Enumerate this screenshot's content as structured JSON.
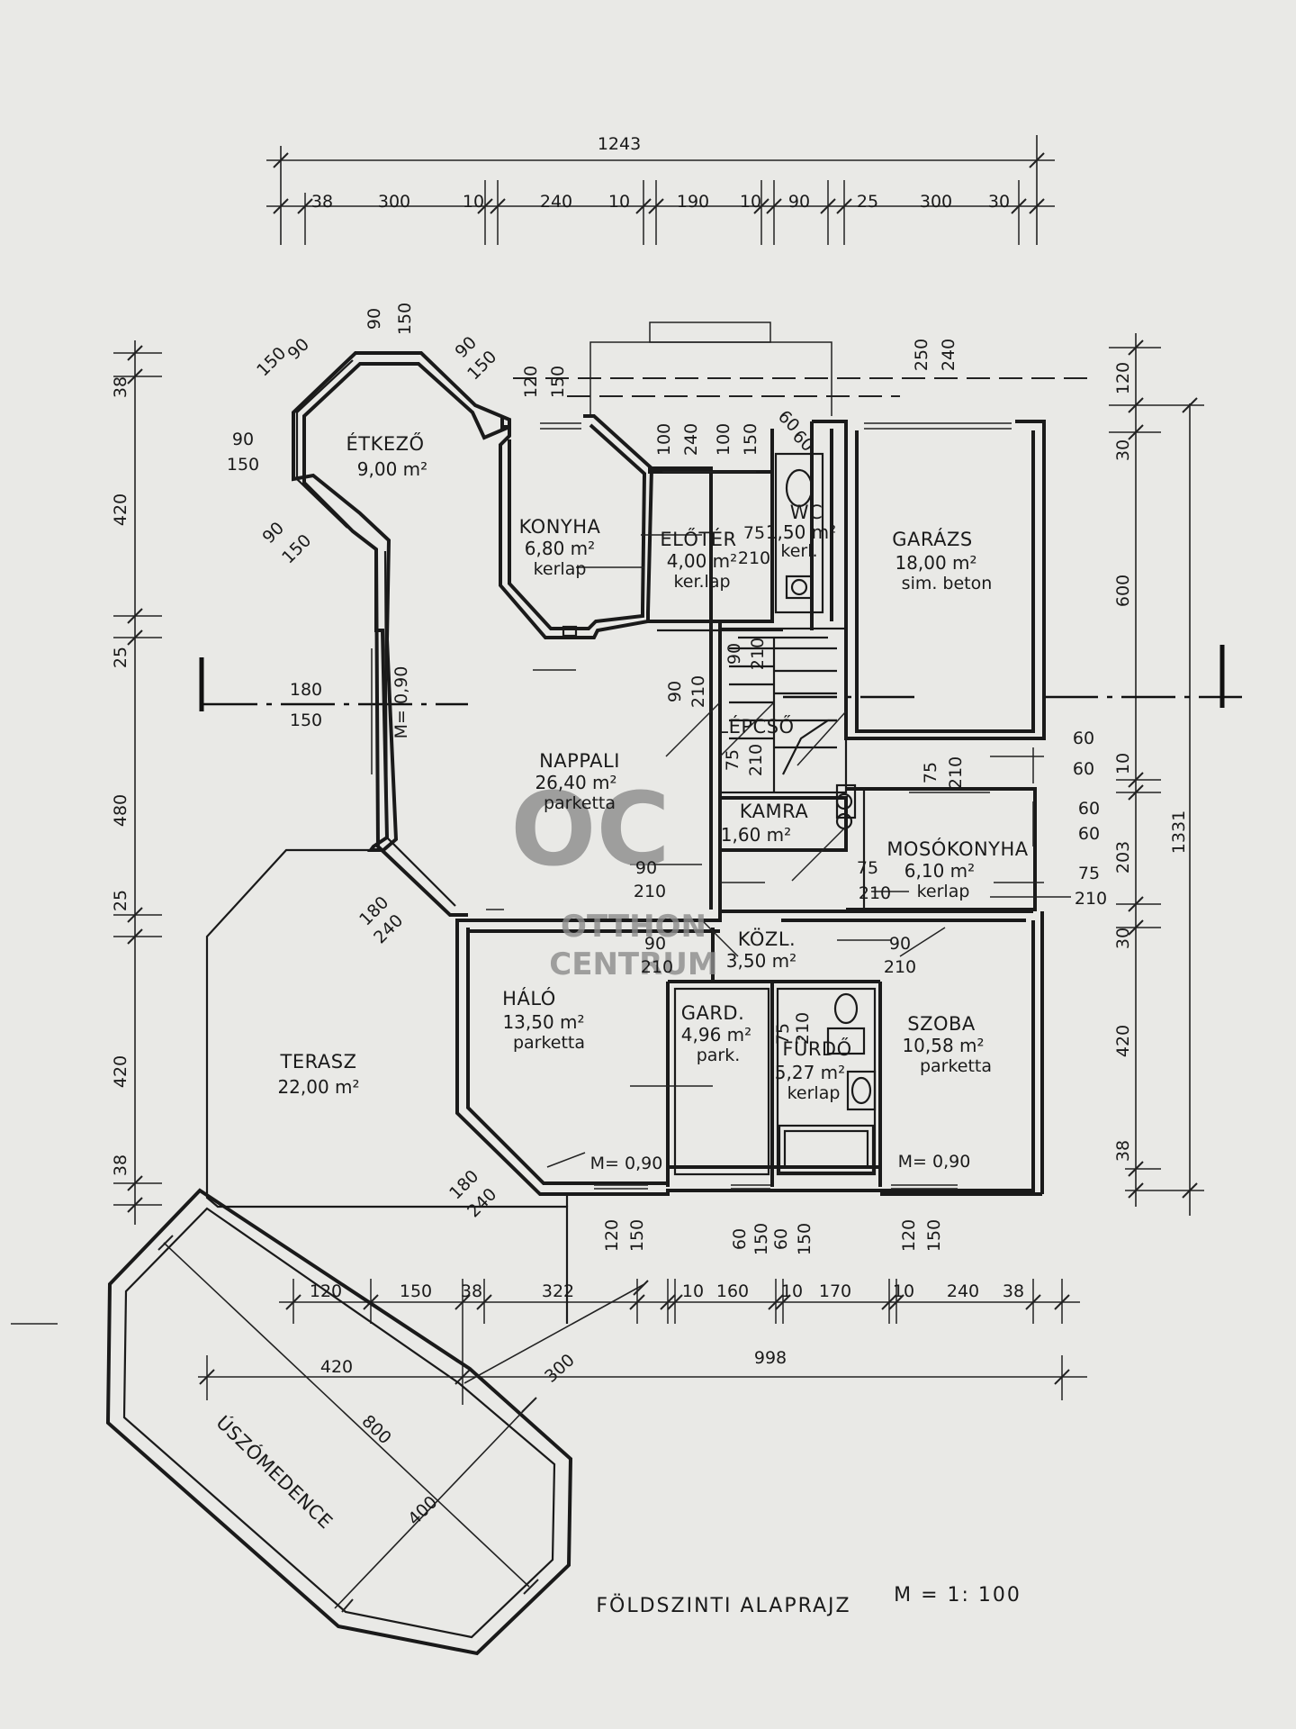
{
  "plan": {
    "title": "FÖLDSZINTI ALAPRAJZ",
    "scale": "M = 1: 100"
  },
  "watermark": {
    "logo": "OC",
    "line1": "OTTHON",
    "line2": "CENTRUM"
  },
  "rooms": {
    "etkezo": {
      "name": "ÉTKEZŐ",
      "area": "9,00 m²"
    },
    "konyha": {
      "name": "KONYHA",
      "area": "6,80 m²",
      "floor": "kerlap"
    },
    "eloter": {
      "name": "ELŐTÉR",
      "area": "4,00 m²",
      "floor": "ker.lap"
    },
    "wc": {
      "name": "WC",
      "area": "1,50 m²",
      "floor": "kerl."
    },
    "garazs": {
      "name": "GARÁZS",
      "area": "18,00 m²",
      "floor": "sim. beton"
    },
    "lepcso": {
      "name": "LÉPCSŐ"
    },
    "nappali": {
      "name": "NAPPALI",
      "area": "26,40 m²",
      "floor": "parketta"
    },
    "kamra": {
      "name": "KAMRA",
      "area": "1,60 m²"
    },
    "mosokonyha": {
      "name": "MOSÓKONYHA",
      "area": "6,10 m²",
      "floor": "kerlap"
    },
    "kozl": {
      "name": "KÖZL.",
      "area": "3,50 m²"
    },
    "halo": {
      "name": "HÁLÓ",
      "area": "13,50 m²",
      "floor": "parketta"
    },
    "gard": {
      "name": "GARD.",
      "area": "4,96 m²",
      "floor": "park."
    },
    "furdo": {
      "name": "FÜRDŐ",
      "area": "5,27 m²",
      "floor": "kerlap"
    },
    "szoba": {
      "name": "SZOBA",
      "area": "10,58 m²",
      "floor": "parketta"
    },
    "terasz": {
      "name": "TERASZ",
      "area": "22,00 m²"
    },
    "uszomedence": {
      "name": "ÚSZÓMEDENCE"
    }
  },
  "dimensions": {
    "top_total": "1243",
    "top_chain": [
      "38",
      "300",
      "10",
      "240",
      "10",
      "190",
      "10",
      "90",
      "25",
      "300",
      "30"
    ],
    "left_chain": [
      "38",
      "420",
      "25",
      "480",
      "25",
      "420",
      "38"
    ],
    "right_chain": [
      "120",
      "30",
      "600",
      "10",
      "203",
      "30",
      "420",
      "38"
    ],
    "right_total": "1331",
    "bottom_chain": [
      "120",
      "150",
      "38",
      "322",
      "10",
      "160",
      "10",
      "170",
      "10",
      "240",
      "38"
    ],
    "bottom_total": "998",
    "pool": [
      "420",
      "300",
      "800",
      "400"
    ],
    "openings": {
      "etk_top_a": "90",
      "etk_top_b": "150",
      "etk_nw_a": "150",
      "etk_nw_b": "90",
      "etk_ne_a": "90",
      "etk_ne_b": "150",
      "etk_w_a": "90",
      "etk_w_b": "150",
      "etk_sw_a": "90",
      "etk_sw_b": "150",
      "kon_a": "120",
      "kon_b": "150",
      "elo_a": "100",
      "elo_b": "240",
      "wc_a": "100",
      "wc_b": "150",
      "wc_d": "60",
      "wc_e": "60",
      "gar_a": "250",
      "gar_b": "240",
      "elo_door_a": "75",
      "elo_door_b": "210",
      "lep_a": "90",
      "lep_b": "210",
      "kon_door_a": "90",
      "kon_door_b": "210",
      "nap_w_a": "180",
      "nap_w_b": "150",
      "nap_m": "M= 0,90",
      "lep_door_a": "75",
      "lep_door_b": "210",
      "mos_w1_a": "60",
      "mos_w1_b": "60",
      "mos_w2_a": "60",
      "mos_w2_b": "60",
      "mos_in_a": "75",
      "mos_in_b": "210",
      "mos_out_a": "75",
      "mos_out_b": "210",
      "mos_door_a": "75",
      "mos_door_b": "210",
      "nap_door_a": "90",
      "nap_door_b": "210",
      "nap_sw_a": "180",
      "nap_sw_b": "240",
      "kozl_l_a": "90",
      "kozl_l_b": "210",
      "kozl_r_a": "90",
      "kozl_r_b": "210",
      "halo_sw_a": "180",
      "halo_sw_b": "240",
      "halo_m": "M= 0,90",
      "szoba_m": "M= 0,90",
      "furdo_door_a": "75",
      "furdo_door_b": "210",
      "win_b1_a": "120",
      "win_b1_b": "150",
      "win_b2_a": "60",
      "win_b2_b": "150",
      "win_b3_a": "60",
      "win_b3_b": "150",
      "win_b4_a": "120",
      "win_b4_b": "150"
    }
  }
}
